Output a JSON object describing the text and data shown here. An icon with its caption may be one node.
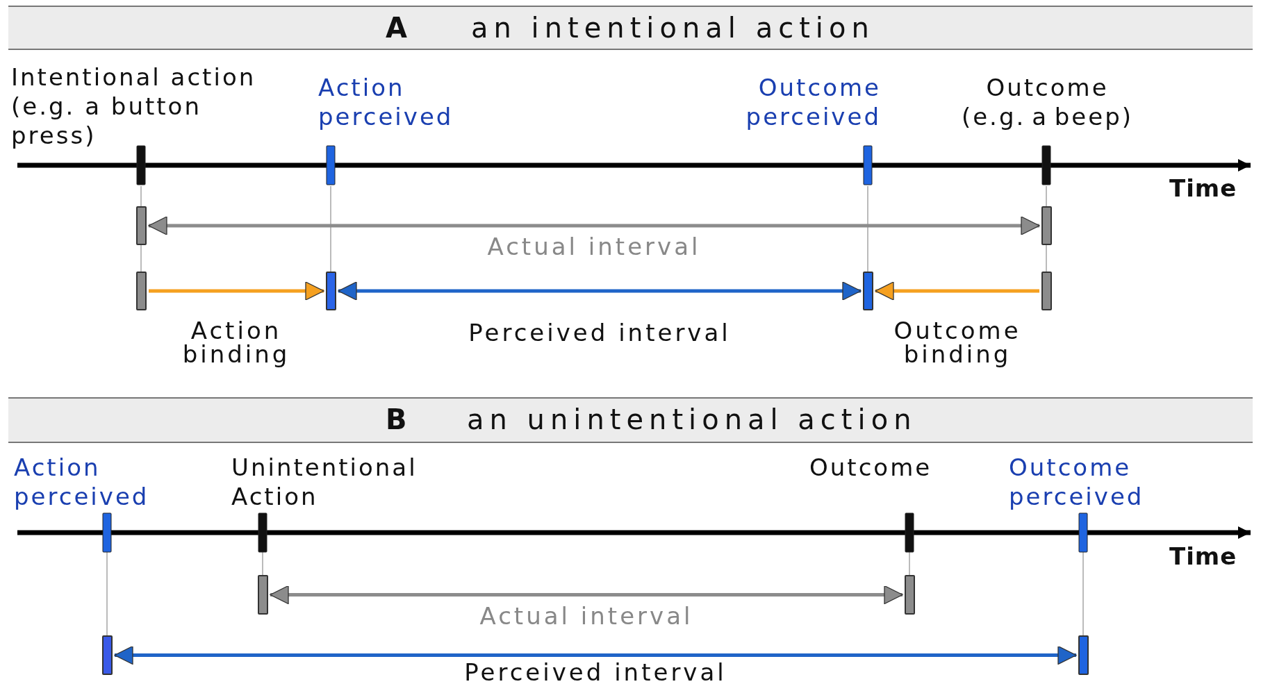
{
  "diagram": {
    "nodes": [
      {
        "text": [
          "A",
          "an intentional action"
        ]
      },
      {
        "text": [],
        "shape": "bar"
      },
      {
        "text": [],
        "shape": "bar"
      },
      {
        "text": [],
        "shape": "bar"
      },
      {
        "text": [],
        "shape": "bar"
      },
      {
        "text": [],
        "shape": "bar"
      },
      {
        "text": [],
        "shape": "bar"
      },
      {
        "text": [
          "B",
          "an unintentional action"
        ]
      },
      {
        "text": [],
        "shape": "bar"
      },
      {
        "text": [],
        "shape": "bar"
      },
      {
        "text": [],
        "shape": "bar"
      },
      {
        "text": [],
        "shape": "bar"
      }
    ],
    "edges": [
      {
        "from": 1,
        "to": 2,
        "arrow": "both",
        "label": "Actual interval",
        "color": "#8c8c8c"
      },
      {
        "from": 3,
        "to": 4,
        "arrow": "to",
        "label": "Action binding",
        "color": "#f5a020"
      },
      {
        "from": 4,
        "to": 5,
        "arrow": "both",
        "label": "Perceived interval",
        "color": "#1f64c8"
      },
      {
        "from": 6,
        "to": 5,
        "arrow": "to",
        "label": "Outcome binding",
        "color": "#f5a020"
      },
      {
        "from": 8,
        "to": 9,
        "arrow": "both",
        "label": "Actual interval",
        "color": "#8c8c8c"
      },
      {
        "from": 10,
        "to": 11,
        "arrow": "both",
        "label": "Perceived interval",
        "color": "#1f64c8"
      }
    ],
    "labels": [
      "Intentional action (e.g. a button press)",
      "Action perceived",
      "Outcome perceived",
      "Outcome (e.g. a beep)",
      "Time",
      "Action perceived",
      "Unintentional Action",
      "Outcome",
      "Outcome perceived",
      "Time"
    ]
  }
}
